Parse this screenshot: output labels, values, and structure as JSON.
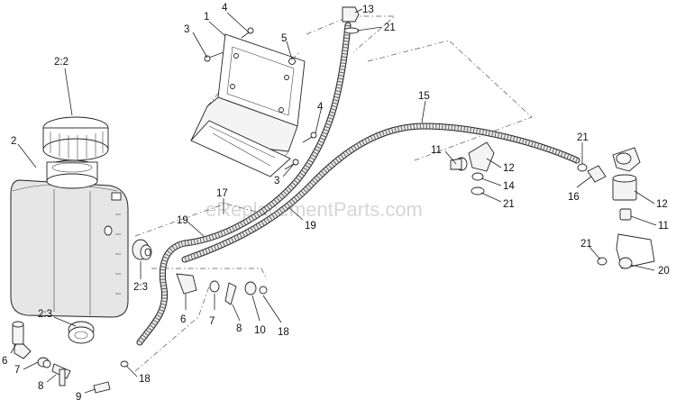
{
  "diagram": {
    "watermark": "eReplacementParts.com",
    "callouts": {
      "c1": "1",
      "c2": "2",
      "c2_2": "2:2",
      "c2_3a": "2:3",
      "c2_3b": "2:3",
      "c3a": "3",
      "c3b": "3",
      "c4a": "4",
      "c4b": "4",
      "c5": "5",
      "c6a": "6",
      "c6b": "6",
      "c7a": "7",
      "c7b": "7",
      "c8a": "8",
      "c8b": "8",
      "c9": "9",
      "c10": "10",
      "c11a": "11",
      "c11b": "11",
      "c12a": "12",
      "c12b": "12",
      "c13": "13",
      "c14": "14",
      "c15": "15",
      "c16": "16",
      "c17": "17",
      "c18a": "18",
      "c18b": "18",
      "c19a": "19",
      "c19b": "19",
      "c20": "20",
      "c21a": "21",
      "c21b": "21",
      "c21c": "21",
      "c21d": "21"
    }
  }
}
